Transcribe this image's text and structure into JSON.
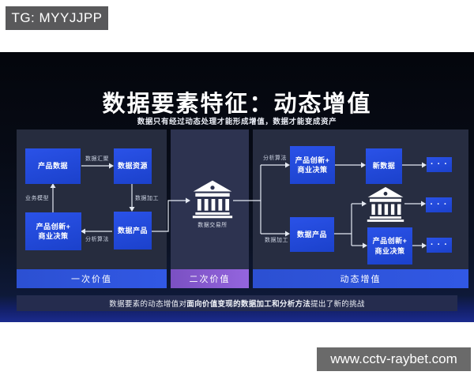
{
  "overlays": {
    "tg_badge": "TG: MYYJJPP",
    "site_watermark": "www.cctv-raybet.com"
  },
  "slide": {
    "title": "数据要素特征：动态增值",
    "subtitle": "数据只有经过动态处理才能形成增值，数据才能变成资产",
    "left_panel": {
      "bar": "一次价值",
      "box_product_data": "产品数据",
      "box_data_resource": "数据资源",
      "box_innovation": "产品创新+\n商业决策",
      "box_data_product": "数据产品",
      "label_aggregation": "数据汇聚",
      "label_processing": "数据加工",
      "label_analysis": "分析算法",
      "label_business_model": "业务模型"
    },
    "mid_panel": {
      "bar": "二次价值",
      "exchange": "数据交易所"
    },
    "right_panel": {
      "bar": "动态增值",
      "label_analysis": "分析算法",
      "label_processing": "数据加工",
      "box_innovation_top": "产品创新+\n商业决策",
      "box_new_data": "新数据",
      "box_data_product": "数据产品",
      "box_innovation_bottom": "产品创新+\n商业决策",
      "ellipsis": "· · ·"
    },
    "footer": {
      "pre": "数据要素的动态增值对",
      "bold": "面向价值变现的数据加工和分析方法",
      "post": "提出了新的挑战"
    }
  },
  "icons": {
    "bank_mid": "bank-building-icon",
    "bank_right": "bank-building-icon"
  },
  "colors": {
    "node_blue": "#2250e2",
    "bar_blue": "#2e54da",
    "bar_purple": "#8a5dd2",
    "panel_dark": "#272d41",
    "panel_mid": "#2d3350",
    "footer_bg": "#252c4e",
    "slide_bottom_band": "#1b2b8e",
    "badge_gray": "#59595b",
    "watermark_gray": "#6a6a6a"
  }
}
